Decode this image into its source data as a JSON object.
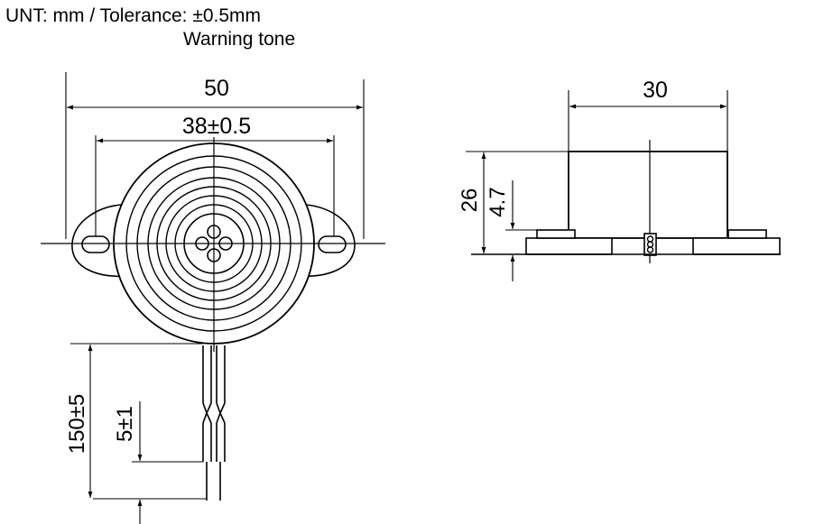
{
  "header": {
    "unit_label": "UNT: mm  /  Tolerance: ±0.5mm",
    "subtitle": "Warning tone"
  },
  "front_view": {
    "overall_width": "50",
    "mount_hole_pitch": "38±0.5",
    "lead_length": "150±5",
    "lead_strip_length": "5±1"
  },
  "side_view": {
    "body_diameter": "30",
    "total_height": "26",
    "flange_height": "4.7"
  },
  "colors": {
    "line": "#000000",
    "background": "#ffffff"
  }
}
